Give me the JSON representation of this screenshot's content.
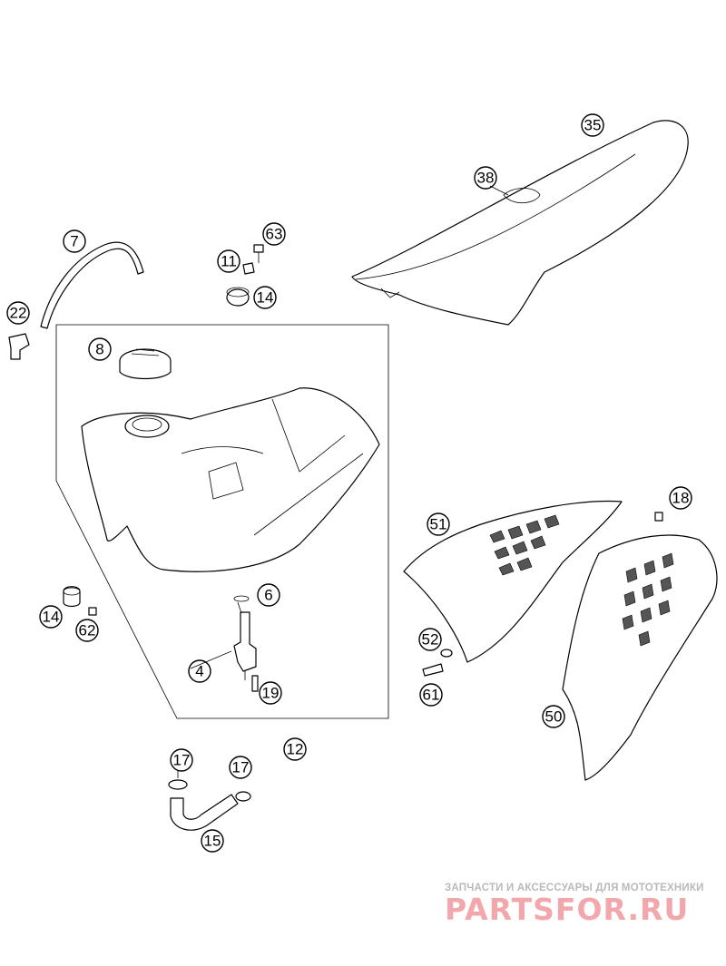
{
  "callouts": [
    {
      "label": "35"
    },
    {
      "label": "38"
    },
    {
      "label": "7"
    },
    {
      "label": "63"
    },
    {
      "label": "11"
    },
    {
      "label": "14"
    },
    {
      "label": "22"
    },
    {
      "label": "8"
    },
    {
      "label": "6"
    },
    {
      "label": "14"
    },
    {
      "label": "62"
    },
    {
      "label": "4"
    },
    {
      "label": "19"
    },
    {
      "label": "12"
    },
    {
      "label": "17"
    },
    {
      "label": "17"
    },
    {
      "label": "15"
    },
    {
      "label": "51"
    },
    {
      "label": "18"
    },
    {
      "label": "52"
    },
    {
      "label": "61"
    },
    {
      "label": "50"
    }
  ],
  "watermark": {
    "tagline": "ЗАПЧАСТИ И АКСЕССУАРЫ ДЛЯ МОТОТЕХНИКИ",
    "brand": "PARTSFOR.RU"
  }
}
